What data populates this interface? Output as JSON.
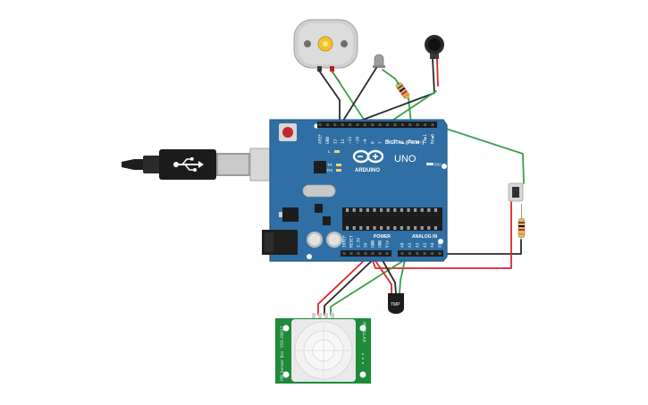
{
  "board": {
    "brand_label": "ARDUINO",
    "model_label": "UNO",
    "digital_header_label": "DIGITAL (PWM~)",
    "power_header_label": "POWER",
    "analog_header_label": "ANALOG IN",
    "led_labels": [
      "L",
      "TX",
      "RX"
    ],
    "on_label": "ON",
    "digital_pins": [
      "AREF",
      "GND",
      "13",
      "12",
      "~11",
      "~10",
      "~9",
      "8",
      "7",
      "~6",
      "~5",
      "4",
      "~3",
      "2",
      "TX▶1",
      "RX◀0"
    ],
    "power_pins": [
      "IOREF",
      "RESET",
      "3.3V",
      "5V",
      "GND",
      "GND",
      "Vin"
    ],
    "analog_pins": [
      "A0",
      "A1",
      "A2",
      "A3",
      "A4",
      "A5"
    ]
  },
  "temp_sensor": {
    "label": "TMP"
  },
  "pir_sensor": {
    "left_label": "PIR Sensor\nBzz",
    "left_side_text": "555-28027",
    "right_label": "PARALLAX"
  },
  "colors": {
    "board": "#2f6fa5",
    "board_edge": "#245a87",
    "wire_red": "#d9262b",
    "wire_black": "#2a2a2a",
    "wire_green": "#3aa04a",
    "pcb_green": "#1e8a3a"
  },
  "icons": {
    "usb": "usb-icon",
    "arduino_logo": "arduino-infinity-logo-icon",
    "motor": "dc-motor-icon",
    "buzzer": "piezo-buzzer-icon"
  }
}
